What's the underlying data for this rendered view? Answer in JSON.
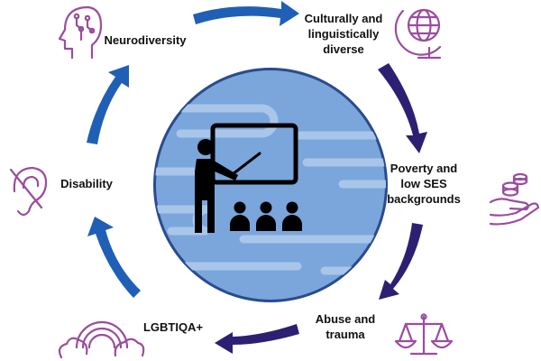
{
  "diagram": {
    "nodes": [
      {
        "id": "neurodiversity",
        "label": "Neurodiversity",
        "icon": "brain-circuit-head-icon"
      },
      {
        "id": "cultural",
        "label": "Culturally and\nlinguistically\ndiverse",
        "icon": "globe-icon"
      },
      {
        "id": "poverty",
        "label": "Poverty and\nlow SES\nbackgrounds",
        "icon": "hand-coins-icon"
      },
      {
        "id": "abuse",
        "label": "Abuse and\ntrauma",
        "icon": "scales-of-justice-icon"
      },
      {
        "id": "lgbtiqa",
        "label": "LGBTIQA+",
        "icon": "rainbow-cloud-icon"
      },
      {
        "id": "disability",
        "label": "Disability",
        "icon": "hearing-impaired-ear-icon"
      }
    ],
    "center_icon": "teacher-presentation-icon",
    "colors": {
      "icon": "#9a4d9e",
      "circle_fill": "#7aa6dc",
      "circle_stroke": "#2a4b8d",
      "arrow_blue": "#1f5fb5",
      "arrow_navy": "#2d1f72",
      "text": "#111111"
    }
  }
}
